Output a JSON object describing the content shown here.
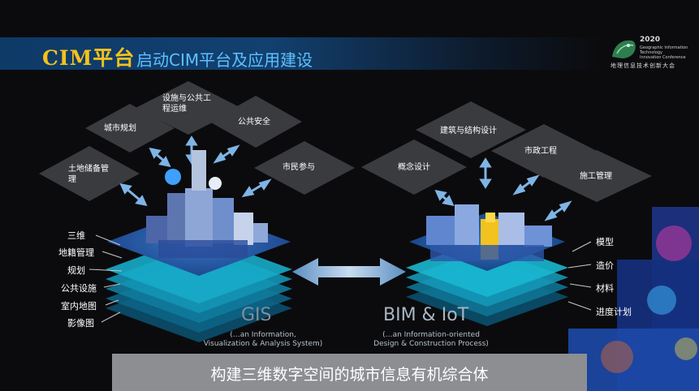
{
  "header": {
    "brand": "CIM平台",
    "subtitle": "启动CIM平台及应用建设"
  },
  "logo": {
    "year": "2020",
    "lines": [
      "Geographic Information",
      "Technology",
      "Innovation Conference"
    ],
    "cn_name": "地理信息技术创新大会"
  },
  "left_diamonds": [
    {
      "label": "设施与公共工\n程运维"
    },
    {
      "label": "城市规划"
    },
    {
      "label": "公共安全"
    },
    {
      "label": "土地储备管\n理"
    },
    {
      "label": "市民参与"
    }
  ],
  "right_diamonds": [
    {
      "label": "建筑与结构设计"
    },
    {
      "label": "市政工程"
    },
    {
      "label": "概念设计"
    },
    {
      "label": "施工管理"
    }
  ],
  "left_layers": [
    "三维",
    "地籍管理",
    "规划",
    "公共设施",
    "室内地图",
    "影像图"
  ],
  "right_layers": [
    "模型",
    "造价",
    "材料",
    "进度计划"
  ],
  "gis": {
    "title": "GIS",
    "sub1": "(…an Information,",
    "sub2": "Visualization & Analysis System)"
  },
  "bim": {
    "title": "BIM & IoT",
    "sub1": "(…an Information-oriented",
    "sub2": "Design & Construction Process)"
  },
  "footer": {
    "text": "构建三维数字空间的城市信息有机综合体"
  }
}
